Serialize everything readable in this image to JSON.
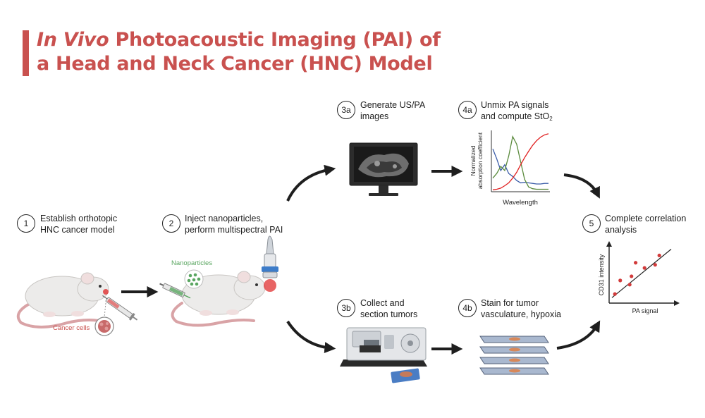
{
  "title": {
    "line1_italic": "In Vivo",
    "line1_rest": "Photoacoustic Imaging (PAI) of",
    "line2": "a Head and Neck Cancer (HNC) Model"
  },
  "colors": {
    "accent": "#c9514f",
    "nanoparticle": "#5aa661",
    "arrow": "#1e1e1e",
    "scatter_point": "#d23b3b"
  },
  "steps": {
    "s1": {
      "number": "1",
      "line1": "Establish orthotopic",
      "line2": "HNC cancer model"
    },
    "s2": {
      "number": "2",
      "line1": "Inject nanoparticles,",
      "line2": "perform multispectral PAI"
    },
    "s3a": {
      "number": "3a",
      "line1": "Generate US/PA",
      "line2": "images"
    },
    "s4a": {
      "number": "4a",
      "line1": "Unmix PA signals",
      "line2_pre": "and compute StO",
      "line2_sub": "2"
    },
    "s3b": {
      "number": "3b",
      "line1": "Collect and",
      "line2": "section tumors"
    },
    "s4b": {
      "number": "4b",
      "line1": "Stain for tumor",
      "line2": "vasculature, hypoxia"
    },
    "s5": {
      "number": "5",
      "line1": "Complete correlation",
      "line2": "analysis"
    }
  },
  "labels": {
    "nanoparticles": "Nanoparticles",
    "cancer_cells": "Cancer cells"
  },
  "icons": [
    "mouse-icon",
    "syringe-icon",
    "ultrasound-probe-icon",
    "monitor-icon",
    "microtome-icon",
    "slide-stack-icon",
    "cell-cluster-icon"
  ],
  "spectrum_plot": {
    "type": "line",
    "ylabel_line1": "Normalized",
    "ylabel_line2": "absorption coefficient",
    "xlabel": "Wavelength",
    "series": [
      {
        "color": "#3a5ca8",
        "values": [
          0.72,
          0.55,
          0.35,
          0.45,
          0.3,
          0.25,
          0.18,
          0.14,
          0.15,
          0.14,
          0.13,
          0.12,
          0.12,
          0.13,
          0.13
        ]
      },
      {
        "color": "#5a8a3c",
        "values": [
          0.22,
          0.3,
          0.42,
          0.35,
          0.6,
          0.93,
          0.8,
          0.5,
          0.2,
          0.07,
          0.04,
          0.03,
          0.03,
          0.03,
          0.03
        ]
      },
      {
        "color": "#e02020",
        "values": [
          0.02,
          0.03,
          0.05,
          0.09,
          0.14,
          0.22,
          0.32,
          0.45,
          0.57,
          0.68,
          0.78,
          0.86,
          0.92,
          0.96,
          0.98
        ]
      }
    ]
  },
  "chart_data": {
    "type": "scatter",
    "xlabel": "PA signal",
    "ylabel": "CD31 intensity",
    "xlim": [
      0,
      1
    ],
    "ylim": [
      0,
      1
    ],
    "points": [
      {
        "x": 0.05,
        "y": 0.12
      },
      {
        "x": 0.14,
        "y": 0.38
      },
      {
        "x": 0.3,
        "y": 0.3
      },
      {
        "x": 0.33,
        "y": 0.46
      },
      {
        "x": 0.4,
        "y": 0.72
      },
      {
        "x": 0.55,
        "y": 0.62
      },
      {
        "x": 0.73,
        "y": 0.68
      },
      {
        "x": 0.8,
        "y": 0.86
      }
    ],
    "trendline": {
      "x0": 0.0,
      "y0": 0.05,
      "x1": 1.0,
      "y1": 0.98
    }
  }
}
